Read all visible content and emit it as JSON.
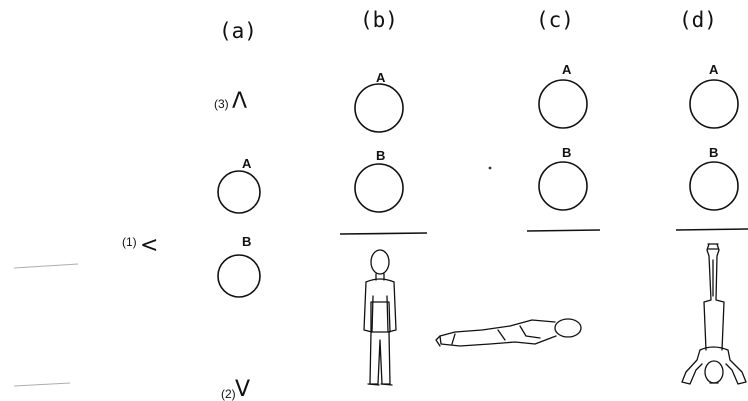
{
  "panels": {
    "a": {
      "label": "(a)",
      "top_circle": "A",
      "bottom_circle": "B"
    },
    "b": {
      "label": "(b)",
      "top_circle": "A",
      "bottom_circle": "B"
    },
    "c": {
      "label": "(c)",
      "top_circle": "A",
      "bottom_circle": "B"
    },
    "d": {
      "label": "(d)",
      "top_circle": "A",
      "bottom_circle": "B"
    }
  },
  "choices": {
    "one": {
      "num": "(1)",
      "sym": "<"
    },
    "two": {
      "num": "(2)",
      "sym": "V"
    },
    "three": {
      "num": "(3)",
      "sym": "Λ"
    }
  }
}
